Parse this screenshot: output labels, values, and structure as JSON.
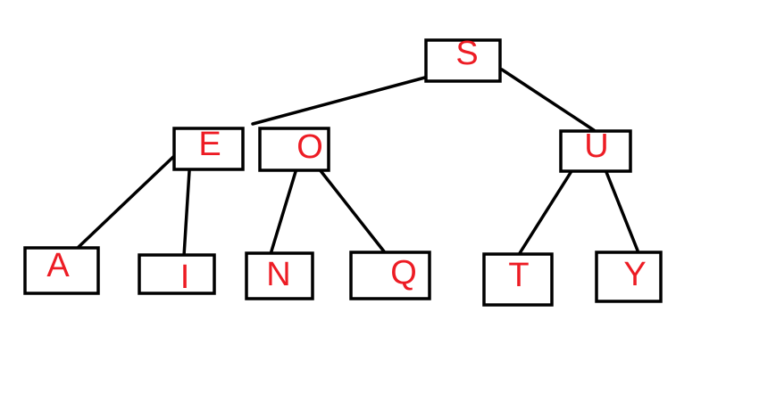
{
  "colors": {
    "label": "#ed1c24",
    "stroke": "#000000",
    "background": "#ffffff"
  },
  "tree": {
    "nodes": [
      {
        "id": "S",
        "label": "S"
      },
      {
        "id": "E",
        "label": "E"
      },
      {
        "id": "O",
        "label": "O"
      },
      {
        "id": "U",
        "label": "U"
      },
      {
        "id": "A",
        "label": "A"
      },
      {
        "id": "I",
        "label": "I"
      },
      {
        "id": "N",
        "label": "N"
      },
      {
        "id": "Q",
        "label": "Q"
      },
      {
        "id": "T",
        "label": "T"
      },
      {
        "id": "Y",
        "label": "Y"
      }
    ],
    "edges": [
      {
        "from": "S",
        "to": "E"
      },
      {
        "from": "S",
        "to": "U"
      },
      {
        "from": "E",
        "to": "A"
      },
      {
        "from": "E",
        "to": "I"
      },
      {
        "from": "O",
        "to": "N"
      },
      {
        "from": "O",
        "to": "Q"
      },
      {
        "from": "U",
        "to": "T"
      },
      {
        "from": "U",
        "to": "Y"
      }
    ]
  }
}
